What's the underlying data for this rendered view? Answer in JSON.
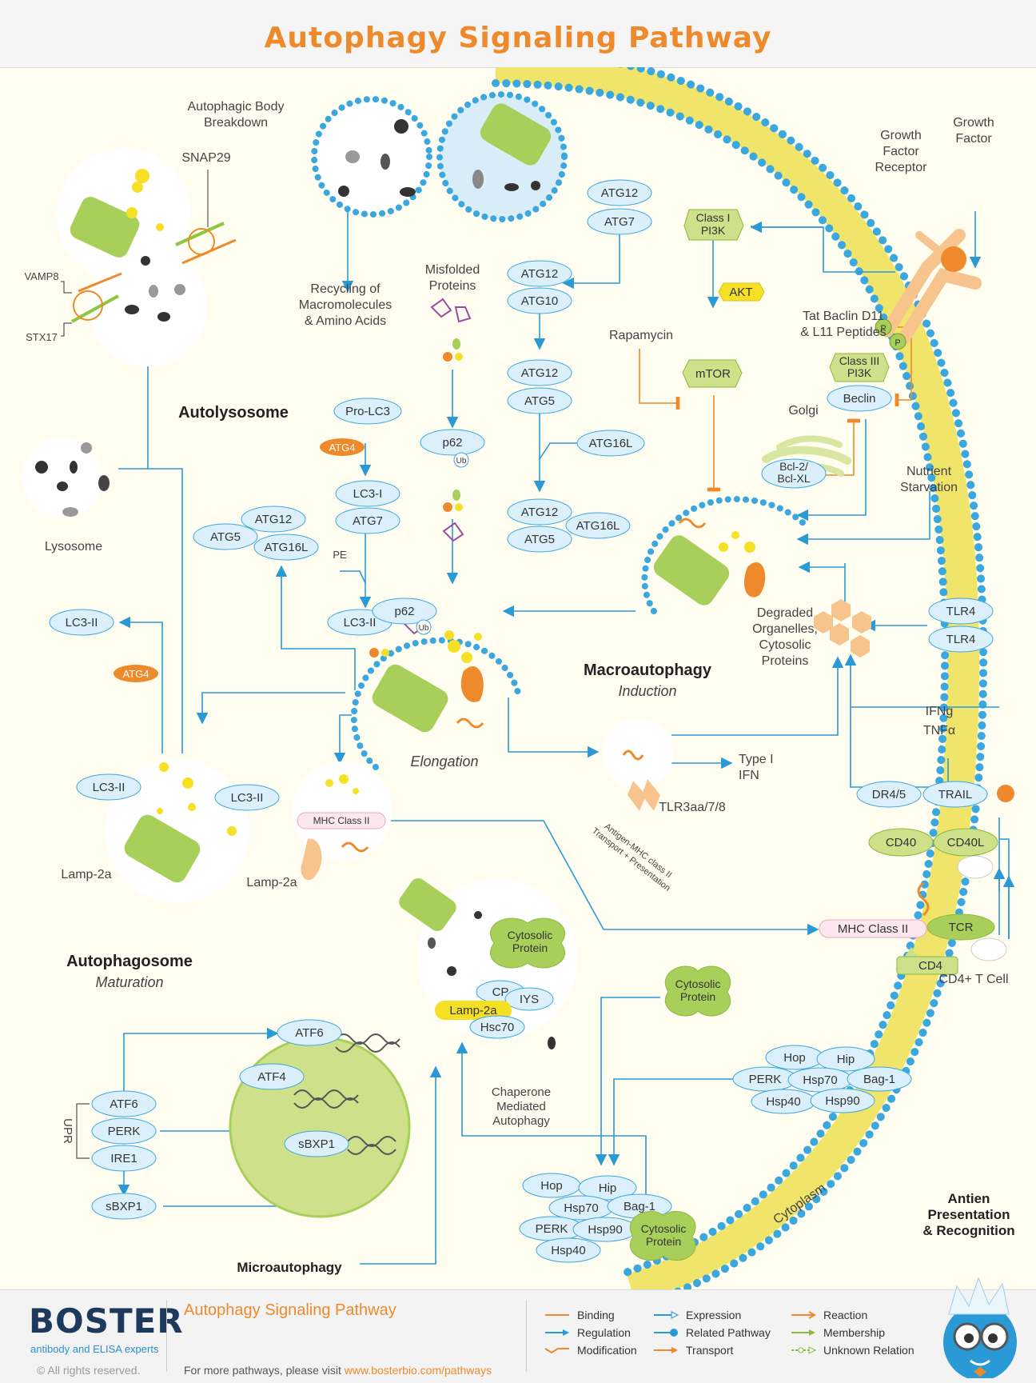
{
  "header": {
    "title": "Autophagy Signaling Pathway"
  },
  "labels": {
    "autophagic_body_breakdown": [
      "Autophagic Body",
      "Breakdown"
    ],
    "snap29": "SNAP29",
    "vamp8": "VAMP8",
    "stx17": "STX17",
    "recycling": [
      "Recycling of",
      "Macromolecules",
      "& Amino Acids"
    ],
    "misfolded": [
      "Misfolded",
      "Proteins"
    ],
    "autolysosome": "Autolysosome",
    "lysosome": "Lysosome",
    "pe": "PE",
    "ub": "Ub",
    "elongation": "Elongation",
    "macroautophagy": "Macroautophagy",
    "induction": "Induction",
    "rapamycin": "Rapamycin",
    "tat_beclin": [
      "Tat Baclin D11",
      "& L11 Peptides"
    ],
    "golgi": "Golgi",
    "growth_factor_receptor": [
      "Growth",
      "Factor",
      "Receptor"
    ],
    "growth_factor": [
      "Growth",
      "Factor"
    ],
    "nutrient_starvation": [
      "Nutrient",
      "Starvation"
    ],
    "degraded": [
      "Degraded",
      "Organelles,",
      "Cytosolic",
      "Proteins"
    ],
    "ifng": "IFNg",
    "tnfa": "TNFα",
    "type1ifn": [
      "Type I",
      "IFN"
    ],
    "tlr3": "TLR3aa/7/8",
    "lamp2a_a": "Lamp-2a",
    "lamp2a_b": "Lamp-2a",
    "antigen_transport": [
      "Antigen-MHC class II",
      "Transport + Presentation"
    ],
    "cd4_tcell": "CD4+ T Cell",
    "autophagosome": "Autophagosome",
    "maturation": "Maturation",
    "upr": "UPR",
    "chaperone": [
      "Chaperone",
      "Mediated",
      "Autophagy"
    ],
    "microautophagy": "Microautophagy",
    "cytoplasm": "Cytoplasm",
    "antien": [
      "Antien",
      "Presentation",
      "& Recognition"
    ],
    "p_mark": "P"
  },
  "nodes": {
    "atg12_a": "ATG12",
    "atg7_a": "ATG7",
    "atg12_b": "ATG12",
    "atg10": "ATG10",
    "atg12_c": "ATG12",
    "atg5_c": "ATG5",
    "atg16l_a": "ATG16L",
    "atg12_d": "ATG12",
    "atg5_d": "ATG5",
    "atg16l_d": "ATG16L",
    "class1_pi3k": [
      "Class I",
      "PI3K"
    ],
    "akt": "AKT",
    "mtor": "mTOR",
    "class3_pi3k": [
      "Class III",
      "PI3K"
    ],
    "beclin": "Beclin",
    "bcl2": [
      "Bcl-2/",
      "Bcl-XL"
    ],
    "pro_lc3": "Pro-LC3",
    "atg4_a": "ATG4",
    "lc3_1": "LC3-I",
    "atg7_b": "ATG7",
    "atg5_e": "ATG5",
    "atg12_e": "ATG12",
    "atg16l_e": "ATG16L",
    "p62_a": "p62",
    "lc3_2_a": "LC3-II",
    "p62_b": "p62",
    "lc3_2_b": "LC3-II",
    "atg4_b": "ATG4",
    "lc3_2_c": "LC3-II",
    "lc3_2_d": "LC3-II",
    "mhc2_a": "MHC Class II",
    "mhc2_b": "MHC Class II",
    "tlr4_a": "TLR4",
    "tlr4_b": "TLR4",
    "dr45": "DR4/5",
    "trail": "TRAIL",
    "cd40": "CD40",
    "cd40l": "CD40L",
    "tcr": "TCR",
    "cd4": "CD4",
    "cyto_a": [
      "Cytosolic",
      "Protein"
    ],
    "cp": "CP",
    "iys": "IYS",
    "lamp2a_y": "Lamp-2a",
    "hsc70": "Hsc70",
    "cyto_b": [
      "Cytosolic",
      "Protein"
    ],
    "hop_a": "Hop",
    "hip_a": "Hip",
    "perk_a": "PERK",
    "hsp70_a": "Hsp70",
    "bag1_a": "Bag-1",
    "hsp40_a": "Hsp40",
    "hsp90_a": "Hsp90",
    "hop_b": "Hop",
    "hip_b": "Hip",
    "hsp70_b": "Hsp70",
    "bag1_b": "Bag-1",
    "perk_b": "PERK",
    "hsp90_b": "Hsp90",
    "hsp40_b": "Hsp40",
    "cyto_c": [
      "Cytosolic",
      "Protein"
    ],
    "atf6_n": "ATF6",
    "atf4_n": "ATF4",
    "sbxp1_n": "sBXP1",
    "atf6": "ATF6",
    "perk": "PERK",
    "ire1": "IRE1",
    "sbxp1": "sBXP1"
  },
  "footer": {
    "brand": "BOSTER",
    "tagline": "antibody and ELISA experts",
    "copyright": "© All rights reserved.",
    "title": "Autophagy Signaling Pathway",
    "more_text": "For more pathways, please visit ",
    "more_link": "www.bosterbio.com/pathways",
    "legend": [
      "Binding",
      "Regulation",
      "Modification",
      "Expression",
      "Related Pathway",
      "Transport",
      "Reaction",
      "Membership",
      "Unknown Relation"
    ]
  },
  "colors": {
    "accent": "#ee8a2b",
    "blue": "#2a9ad6",
    "node_fill": "#dcf0fb",
    "green": "#a8cf5a",
    "yellow": "#f5e026"
  }
}
